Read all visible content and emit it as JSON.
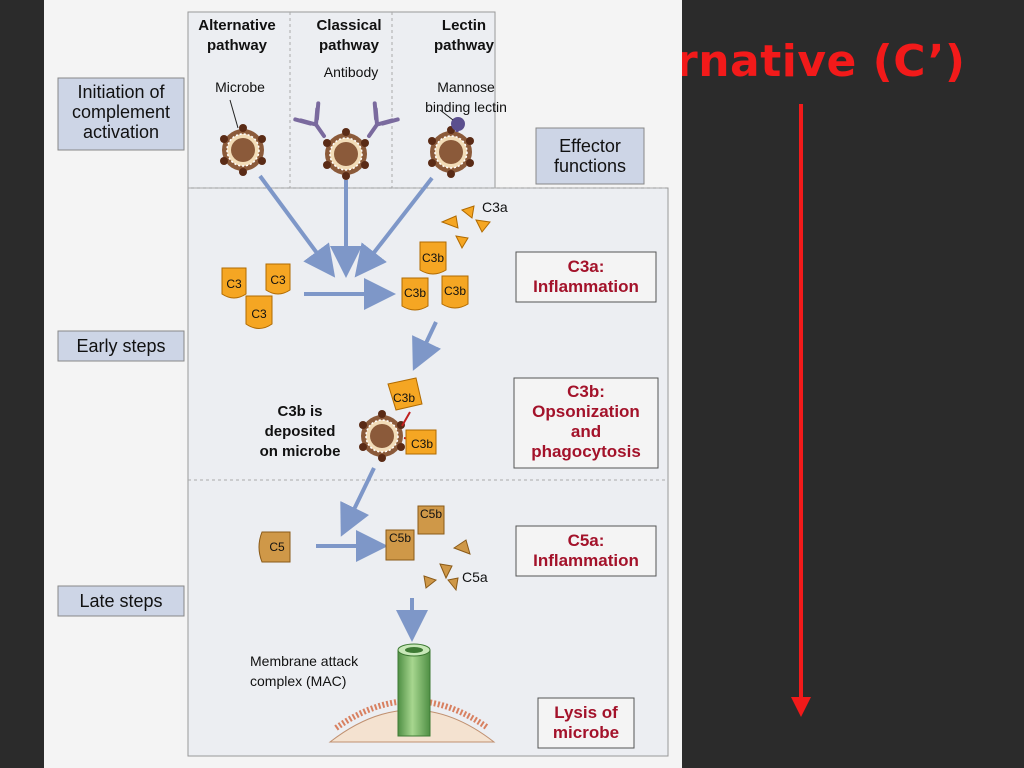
{
  "slide": {
    "title": "Alternative (C’)"
  },
  "diagram": {
    "pathways": {
      "alternative": "Alternative\npathway",
      "classical": "Classical\npathway",
      "lectin": "Lectin\npathway"
    },
    "pathogen_labels": {
      "microbe": "Microbe",
      "antibody": "Antibody",
      "mannose": "Mannose\nbinding lectin"
    },
    "stage_labels": {
      "initiation": "Initiation of\ncomplement\nactivation",
      "effector": "Effector\nfunctions",
      "early": "Early steps",
      "late": "Late steps"
    },
    "components": {
      "c3": "C3",
      "c3a": "C3a",
      "c3b": "C3b",
      "c5": "C5",
      "c5a": "C5a",
      "c5b": "C5b"
    },
    "notes": {
      "c3b_deposited": "C3b is\ndeposited\non microbe",
      "mac": "Membrane attack\ncomplex (MAC)"
    },
    "effects": {
      "c3a": "C3a:\nInflammation",
      "c3b": "C3b:\nOpsonization\nand\nphagocytosis",
      "c5a": "C5a:\nInflammation",
      "lysis": "Lysis of\nmicrobe"
    },
    "colors": {
      "arrow_blue": "#7e97c8",
      "complement_orange": "#f5a623",
      "c5_tan": "#cf9848",
      "effect_red": "#a3122a",
      "slide_arrow_red": "#f21a1a",
      "mac_green": "#79b36a"
    }
  }
}
